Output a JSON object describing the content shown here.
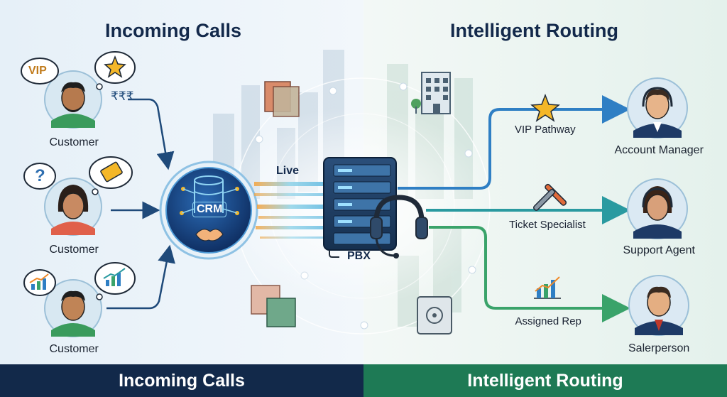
{
  "titles": {
    "left": "Incoming Calls",
    "right": "Intelligent Routing"
  },
  "callers": [
    {
      "label": "Customer",
      "badge": "VIP",
      "extra": "₹₹₹"
    },
    {
      "label": "Customer",
      "badge": "?"
    },
    {
      "label": "Customer"
    }
  ],
  "hub": {
    "crm": "CRM",
    "live": "Live",
    "pbx": "PBX"
  },
  "routes": [
    {
      "pathway": "VIP Pathway",
      "agent": "Account Manager"
    },
    {
      "pathway": "Ticket Specialist",
      "agent": "Support Agent"
    },
    {
      "pathway": "Assigned Rep",
      "agent": "Salerperson"
    }
  ],
  "footer": {
    "left": "Incoming Calls",
    "right": "Intelligent Routing"
  },
  "colors": {
    "navy": "#13294b",
    "footer_left": "#12294a",
    "footer_right": "#1e7a55",
    "blue_route": "#2f7fc4",
    "teal_route": "#2a9aa0",
    "green_route": "#3aa36a",
    "gold": "#f4b728",
    "crm_blue": "#1c4f8f"
  }
}
